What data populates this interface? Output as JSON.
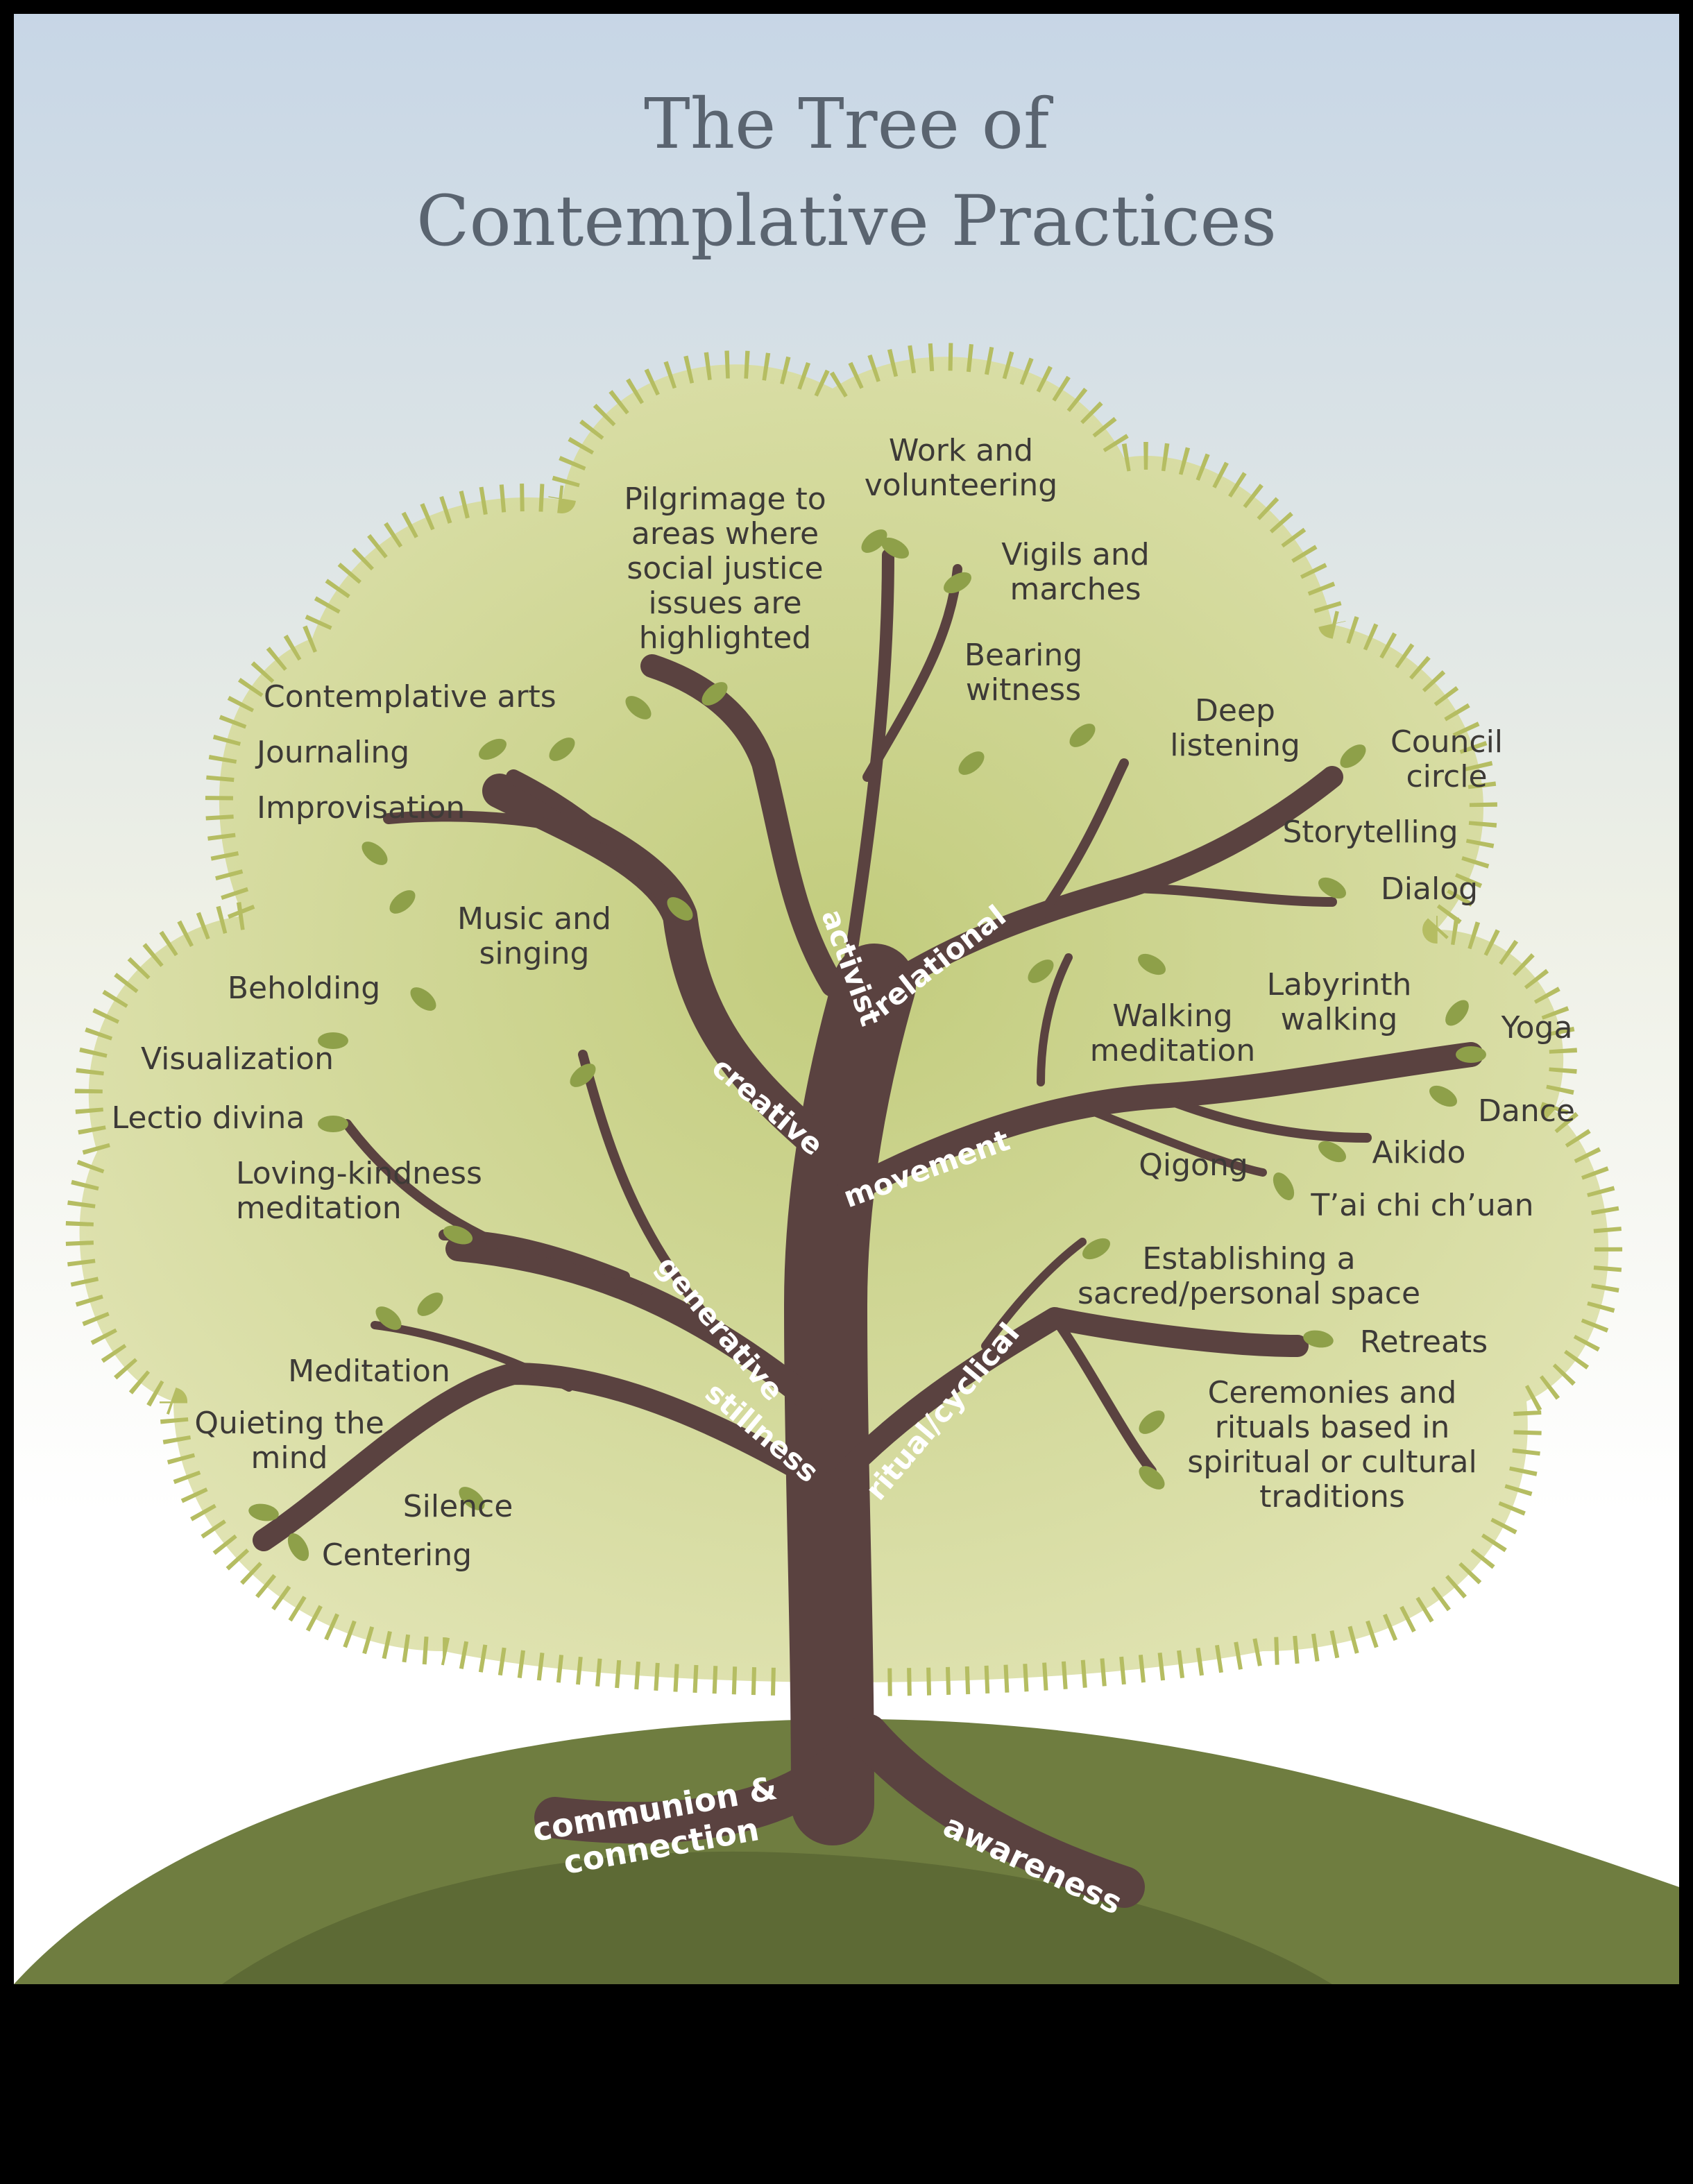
{
  "title": {
    "line1": "The Tree of",
    "line2": "Contemplative Practices"
  },
  "colors": {
    "sky_top": "#c9d7e6",
    "sky_bottom": "#f3f2ea",
    "canopy": "#d8dc9c",
    "canopy_edge": "#b9c06a",
    "trunk": "#5a4240",
    "hill": "#6b7a3e",
    "leaf": "#8ea049"
  },
  "branches": {
    "activist": "activist",
    "relational": "relational",
    "creative": "creative",
    "movement": "movement",
    "generative": "generative",
    "stillness": "stillness",
    "ritual": "ritual/cyclical",
    "communion": "communion &\nconnection",
    "awareness": "awareness"
  },
  "practices": {
    "work": "Work and\nvolunteering",
    "pilgrimage": "Pilgrimage to\nareas where\nsocial justice\nissues are\nhighlighted",
    "vigils": "Vigils and\nmarches",
    "bearing": "Bearing\nwitness",
    "contemplative_arts": "Contemplative arts",
    "journaling": "Journaling",
    "improvisation": "Improvisation",
    "music": "Music and\nsinging",
    "deep_listening": "Deep\nlistening",
    "council": "Council\ncircle",
    "storytelling": "Storytelling",
    "dialog": "Dialog",
    "beholding": "Beholding",
    "visualization": "Visualization",
    "lectio": "Lectio divina",
    "loving": "Loving-kindness\nmeditation",
    "walking": "Walking\nmeditation",
    "labyrinth": "Labyrinth\nwalking",
    "yoga": "Yoga",
    "dance": "Dance",
    "aikido": "Aikido",
    "qigong": "Qigong",
    "taichi": "T’ai chi ch’uan",
    "establishing": "Establishing a\nsacred/personal space",
    "retreats": "Retreats",
    "ceremonies": "Ceremonies and\nrituals based in\nspiritual or cultural\ntraditions",
    "meditation": "Meditation",
    "quieting": "Quieting the\nmind",
    "silence": "Silence",
    "centering": "Centering"
  }
}
